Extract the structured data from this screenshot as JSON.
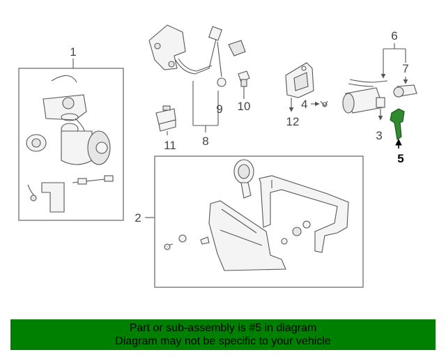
{
  "callouts": {
    "c1": "1",
    "c2": "2",
    "c3": "3",
    "c4": "4",
    "c5": "5",
    "c6": "6",
    "c7": "7",
    "c8": "8",
    "c9": "9",
    "c10": "10",
    "c11": "11",
    "c12": "12"
  },
  "highlight_color": "#2e8b2e",
  "banner": {
    "line1": "Part or sub-assembly is #5 in diagram",
    "line2": "Diagram may not be specific to your vehicle",
    "bg_color": "#008000"
  }
}
